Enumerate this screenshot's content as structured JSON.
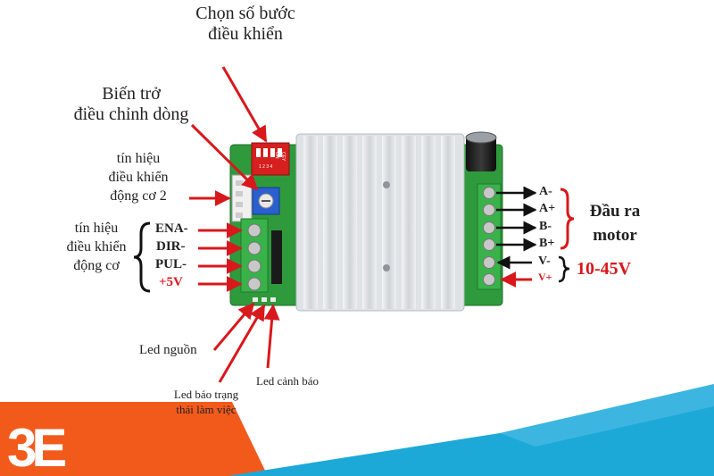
{
  "labels": {
    "dip_switch": [
      "Chọn số bước",
      "điều khiển"
    ],
    "potentiometer": [
      "Biến trở",
      "điều chỉnh dòng"
    ],
    "signal_motor2": [
      "tín hiệu",
      "điều khiển",
      "động cơ 2"
    ],
    "signal_motor": [
      "tín hiệu",
      "điều khiển",
      "động cơ"
    ],
    "input_pins": [
      "ENA-",
      "DIR-",
      "PUL-",
      "+5V"
    ],
    "output_pins": [
      "A-",
      "A+",
      "B-",
      "B+",
      "V-",
      "V+"
    ],
    "motor_output": [
      "Đầu ra",
      "motor"
    ],
    "voltage": "10-45V",
    "power_led": "Led nguồn",
    "status_led": [
      "Led báo trạng",
      "thái làm việc"
    ],
    "warning_led": "Led cảnh báo",
    "dip_markings": {
      "on": "ON",
      "brand": "CEY",
      "numbers": "1 2 3 4"
    }
  },
  "colors": {
    "arrow_red": "#d8181c",
    "arrow_black": "#111111",
    "pcb_green": "#2f9a3c",
    "heatsink": "#d9dde0",
    "brand_orange": "#f25a1c",
    "brand_blue": "#1da9d8"
  },
  "logo": {
    "text": "3E"
  }
}
